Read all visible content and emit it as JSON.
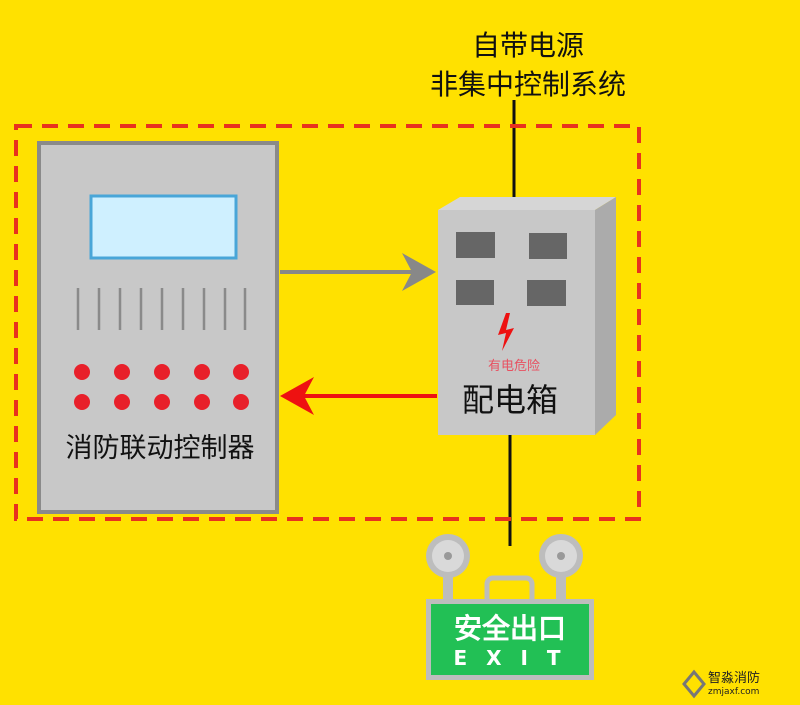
{
  "title": {
    "line1": "自带电源",
    "line2": "非集中控制系统"
  },
  "controller": {
    "label": "消防联动控制器"
  },
  "distribution_box": {
    "warning": "有电危险",
    "label": "配电箱"
  },
  "exit_sign": {
    "cn": "安全出口",
    "en": "E X I T"
  },
  "watermark": {
    "name": "智淼消防",
    "site": "zmjaxf.com"
  },
  "colors": {
    "background": "#FFE100",
    "dashed": "#E8321E",
    "red_arrow": "#EE1111",
    "gray_arrow": "#888888",
    "exit_green": "#22C055"
  }
}
